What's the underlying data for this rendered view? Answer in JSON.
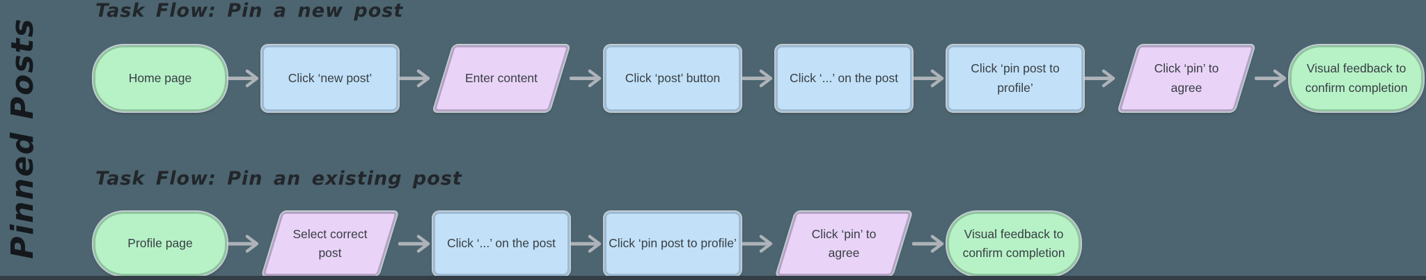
{
  "canvas": {
    "side_label": "Pinned Posts",
    "background_color": "#4c6570",
    "bottom_bar_color": "#333e46"
  },
  "colors": {
    "terminal_fill": "#b7f2c7",
    "terminal_border": "#8fc49d",
    "process_fill": "#c2e1f8",
    "process_border": "#9cbad2",
    "io_fill": "#e9d3f7",
    "io_border": "#b3a2c4",
    "arrow": "#aeb3b9",
    "node_text": "#383e44",
    "title_text": "#22262a"
  },
  "flows": [
    {
      "title": "Task Flow: Pin a new post",
      "nodes": [
        {
          "label": "Home page",
          "shape": "terminal"
        },
        {
          "label": "Click ‘new post’",
          "shape": "process"
        },
        {
          "label": "Enter content",
          "shape": "io"
        },
        {
          "label": "Click ‘post’ button",
          "shape": "process"
        },
        {
          "label": "Click ‘...’ on the post",
          "shape": "process"
        },
        {
          "label": "Click ‘pin post to\nprofile’",
          "shape": "process"
        },
        {
          "label": "Click ‘pin’ to\nagree",
          "shape": "io"
        },
        {
          "label": "Visual feedback to\nconfirm completion",
          "shape": "terminal"
        }
      ]
    },
    {
      "title": "Task Flow: Pin an existing post",
      "nodes": [
        {
          "label": "Profile page",
          "shape": "terminal"
        },
        {
          "label": "Select correct\npost",
          "shape": "io"
        },
        {
          "label": "Click ‘...’ on the post",
          "shape": "process"
        },
        {
          "label": "Click ‘pin post to profile’",
          "shape": "process"
        },
        {
          "label": "Click ‘pin’ to\nagree",
          "shape": "io"
        },
        {
          "label": "Visual feedback to\nconfirm completion",
          "shape": "terminal"
        }
      ]
    }
  ]
}
